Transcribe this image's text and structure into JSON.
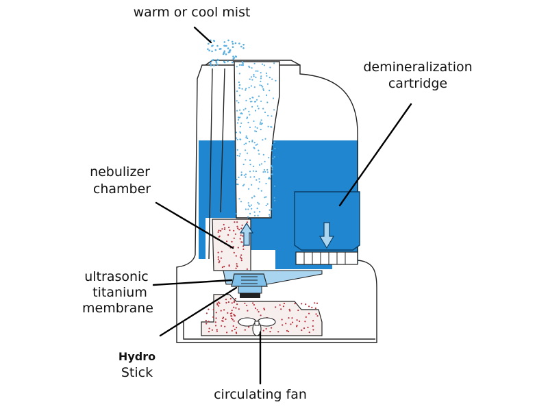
{
  "labels": {
    "mist": "warm or cool mist",
    "cartridge_line1": "demineralization",
    "cartridge_line2": "cartridge",
    "nebulizer_line1": "nebulizer",
    "nebulizer_line2": "chamber",
    "membrane_line1": "ultrasonic",
    "membrane_line2": "titanium",
    "membrane_line3": "membrane",
    "hydro_line1": "Hydro",
    "hydro_line2": "Stick",
    "fan": "circulating fan"
  },
  "colors": {
    "water": "#1f86cf",
    "light_blue": "#a9d5f0",
    "droplet_red": "#b5303a",
    "mist_dot": "#5aaee0",
    "chamber_fill": "#f7eeee",
    "outline": "#222222"
  },
  "icons": {
    "up_arrow": "up-arrow-icon",
    "down_arrow": "down-arrow-icon",
    "fan": "fan-icon"
  }
}
